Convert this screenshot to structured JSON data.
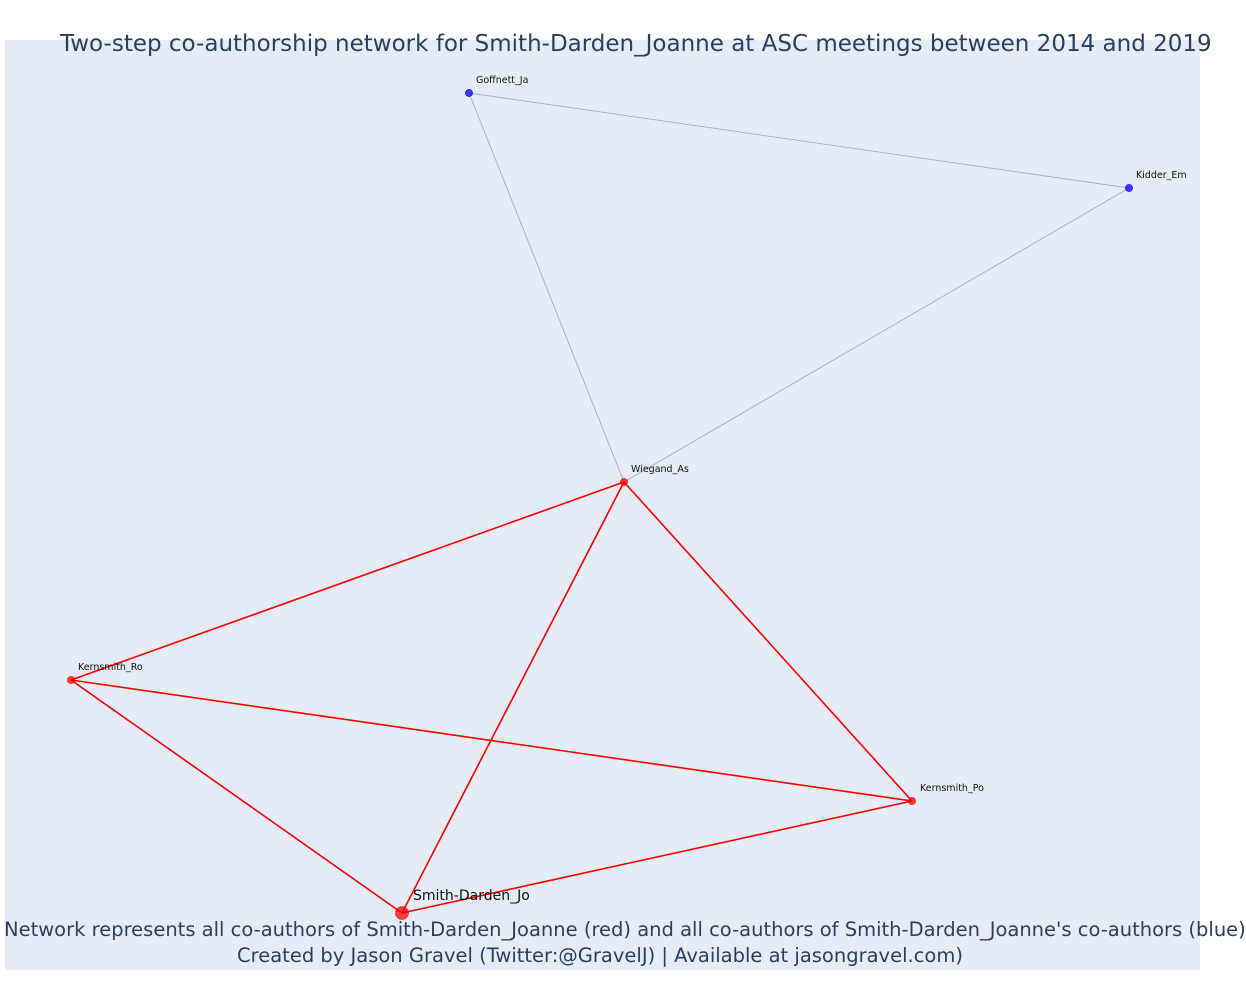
{
  "title": "Two-step co-authorship network for Smith-Darden_Joanne at ASC meetings between 2014 and 2019",
  "footer": {
    "line1": "Network represents all co-authors of Smith-Darden_Joanne (red) and all co-authors of Smith-Darden_Joanne's co-authors (blue)",
    "line2": "Created by Jason Gravel (Twitter:@GravelJ) | Available at jasongravel.com)"
  },
  "colors": {
    "background": "#e5ecf6",
    "text": "#2a3f5f",
    "first_degree": "#ff0000",
    "second_degree": "#0000ff",
    "second_degree_edge": "#aaaabb"
  },
  "nodes": [
    {
      "id": "smith",
      "label": "Smith-Darden_Jo",
      "group": "focal"
    },
    {
      "id": "wiegand",
      "label": "Wiegand_As",
      "group": "first"
    },
    {
      "id": "kernsmith_ro",
      "label": "Kernsmith_Ro",
      "group": "first"
    },
    {
      "id": "kernsmith_po",
      "label": "Kernsmith_Po",
      "group": "first"
    },
    {
      "id": "goffnett",
      "label": "Goffnett_Ja",
      "group": "second"
    },
    {
      "id": "kidder",
      "label": "Kidder_Em",
      "group": "second"
    }
  ],
  "edges": [
    {
      "source": "goffnett",
      "target": "kidder",
      "group": "second"
    },
    {
      "source": "goffnett",
      "target": "wiegand",
      "group": "second"
    },
    {
      "source": "kidder",
      "target": "wiegand",
      "group": "second"
    },
    {
      "source": "wiegand",
      "target": "kernsmith_ro",
      "group": "first"
    },
    {
      "source": "wiegand",
      "target": "smith",
      "group": "first"
    },
    {
      "source": "wiegand",
      "target": "kernsmith_po",
      "group": "first"
    },
    {
      "source": "kernsmith_ro",
      "target": "kernsmith_po",
      "group": "first"
    },
    {
      "source": "kernsmith_ro",
      "target": "smith",
      "group": "first"
    },
    {
      "source": "smith",
      "target": "kernsmith_po",
      "group": "first"
    }
  ]
}
